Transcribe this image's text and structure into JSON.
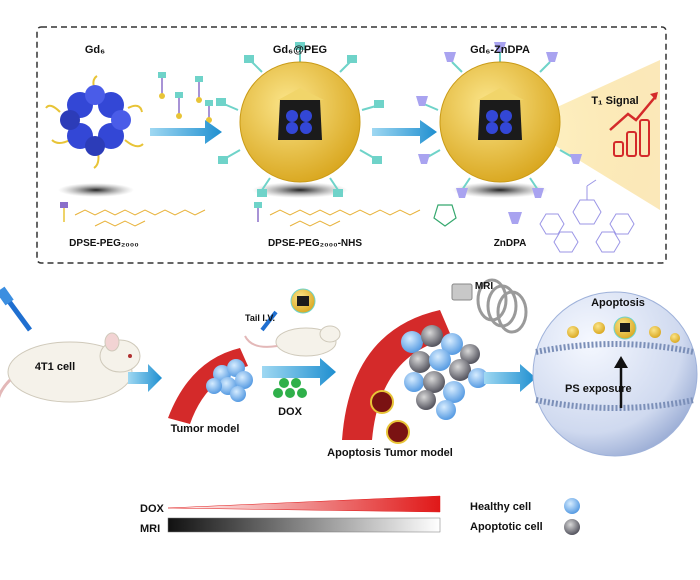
{
  "top_panel": {
    "gd6": "Gd₆",
    "gd6_peg": "Gd₆@PEG",
    "gd6_zndpa": "Gd₆-ZnDPA",
    "t1_signal": "T₁ Signal",
    "dpse_peg": "DPSE-PEG₂₀₀₀",
    "dpse_peg_nhs": "DPSE-PEG₂₀₀₀-NHS",
    "zndpa": "ZnDPA"
  },
  "bottom_panel": {
    "cell_line": "4T1 cell",
    "tail_iv": "Tail I.V.",
    "dox": "DOX",
    "tumor_model": "Tumor model",
    "apoptosis_tumor_model": "Apoptosis Tumor model",
    "mri": "MRI",
    "apoptosis": "Apoptosis",
    "ps_exposure": "PS exposure"
  },
  "legend": {
    "dox": "DOX",
    "mri": "MRI",
    "healthy_cell": "Healthy cell",
    "apoptotic_cell": "Apoptotic cell"
  },
  "colors": {
    "gd_core": "#3347d6",
    "shell": "#e8c437",
    "peg": "#6fd3c9",
    "zndpa": "#a9a3f0",
    "vessel": "#d42a2a",
    "arrow": "#2aa6d9"
  }
}
